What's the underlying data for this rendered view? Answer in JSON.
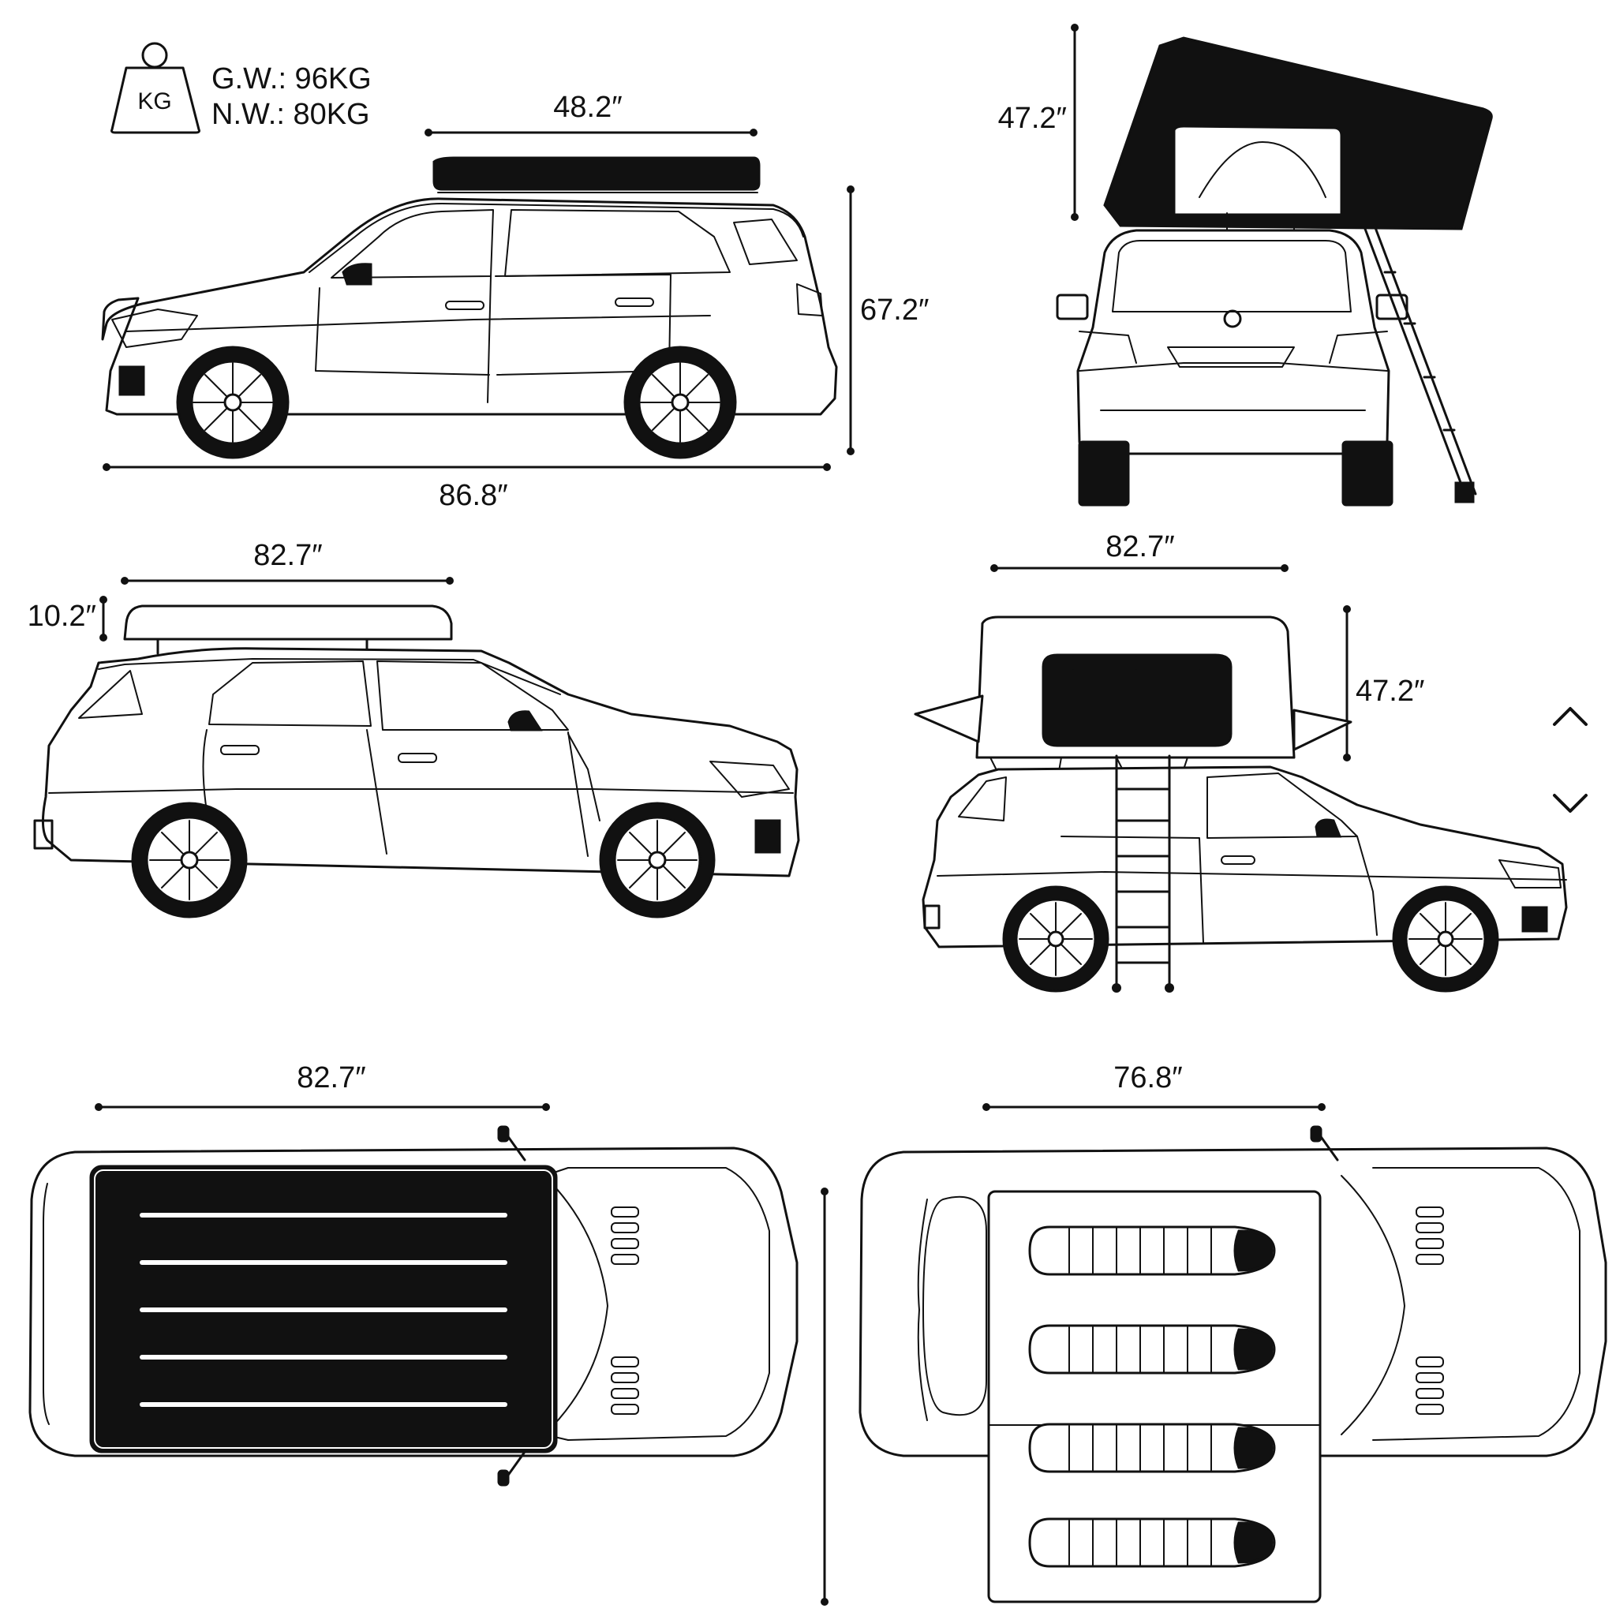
{
  "weight": {
    "icon": "weight-kg-icon",
    "icon_label": "KG",
    "gross": "G.W.: 96KG",
    "net": "N.W.: 80KG"
  },
  "dimensions": {
    "side_closed_tent_length": "48.2″",
    "side_car_height": "67.2″",
    "side_car_length": "86.8″",
    "rear_tent_height": "47.2″",
    "side2_tent_length": "82.7″",
    "side2_tent_height": "10.2″",
    "open_tent_length": "82.7″",
    "open_tent_height": "47.2″",
    "top_closed_length": "82.7″",
    "top_open_width": "76.8″"
  },
  "controls": {
    "up_icon": "chevron-up-icon",
    "down_icon": "chevron-down-icon"
  },
  "colors": {
    "ink": "#111111",
    "paper": "#ffffff"
  }
}
